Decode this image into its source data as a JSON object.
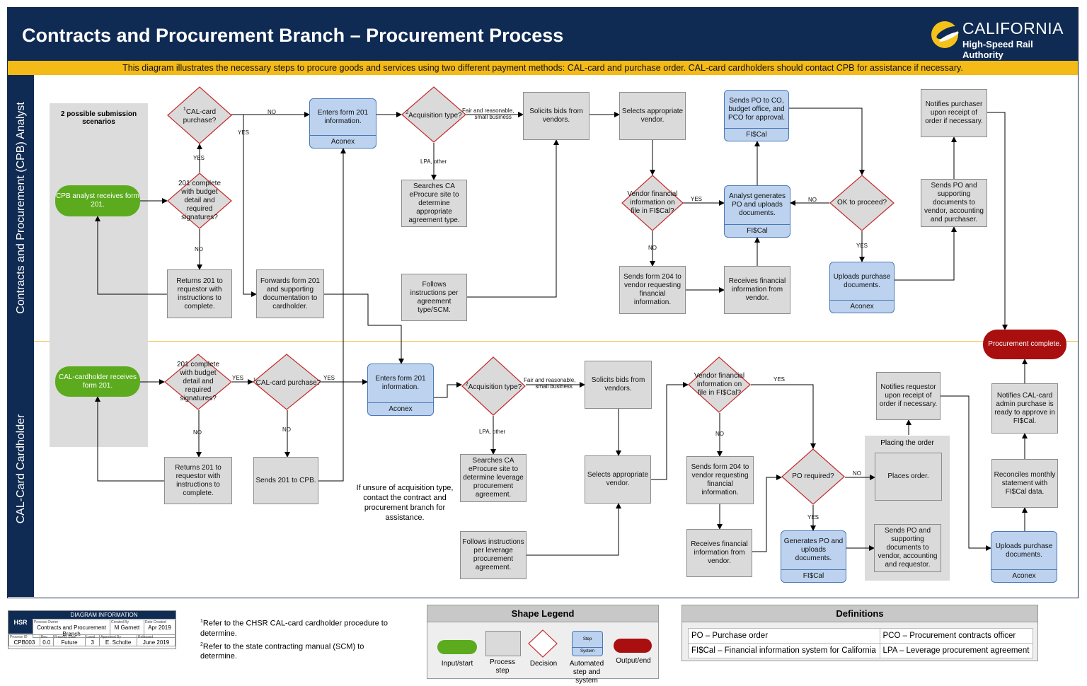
{
  "header": {
    "title": "Contracts and Procurement Branch – Procurement Process",
    "logo_line1": "CALIFORNIA",
    "logo_line2": "High-Speed Rail Authority"
  },
  "banner": "This diagram illustrates the necessary steps to procure goods and services using two different payment methods: CAL-card and purchase order. CAL-card cardholders should contact CPB for assistance if necessary.",
  "lanes": {
    "top": "Contracts and Procurement (CPB) Analyst",
    "bottom": "CAL-Card Cardholder"
  },
  "scenarios_label": "2 possible submission scenarios",
  "placing_label": "Placing the order",
  "start": {
    "cpb": "CPB analyst receives form 201.",
    "cardholder": "CAL-cardholder receives form 201."
  },
  "end": "Procurement complete.",
  "top": {
    "d_calcard_sup": "1",
    "d_calcard": "CAL-card purchase?",
    "d_201": "201 complete with budget detail and required signatures?",
    "returns": "Returns 201 to requestor with instructions to complete.",
    "forwards": "Forwards form 201 and supporting documentation to cardholder.",
    "enters": "Enters form 201 information.",
    "enters_sys": "Aconex",
    "d_acq_sup": "2",
    "d_acq": "Acquisition type?",
    "searches": "Searches CA eProcure site to determine appropriate agreement type.",
    "follows": "Follows instructions per agreement type/SCM.",
    "solicits": "Solicits bids from vendors.",
    "selects": "Selects appropriate vendor.",
    "d_vendor": "Vendor financial information on file in FI$Cal?",
    "sends204": "Sends form 204 to vendor requesting financial information.",
    "receives": "Receives financial information from vendor.",
    "generates": "Analyst generates PO and uploads documents.",
    "generates_sys": "FI$Cal",
    "sendsco": "Sends PO to CO, budget office, and PCO for approval.",
    "sendsco_sys": "FI$Cal",
    "d_ok": "OK to proceed?",
    "uploads": "Uploads purchase documents.",
    "uploads_sys": "Aconex",
    "sendspo": "Sends PO and supporting documents to vendor, accounting and purchaser.",
    "notifies": "Notifies purchaser upon receipt of order if necessary."
  },
  "bottom": {
    "d_201": "201 complete with budget detail and required signatures?",
    "returns": "Returns 201 to requestor with instructions to complete.",
    "d_calcard_sup": "1",
    "d_calcard": "CAL-card purchase?",
    "sends201": "Sends 201 to CPB.",
    "enters": "Enters form 201 information.",
    "enters_sys": "Aconex",
    "d_acq_sup": "2",
    "d_acq": "Acquisition type?",
    "searches": "Searches CA eProcure site to determine leverage procurement agreement.",
    "follows": "Follows instructions per leverage procurement agreement.",
    "solicits": "Solicits bids from vendors.",
    "selects": "Selects appropriate vendor.",
    "d_vendor": "Vendor financial information on file in FI$Cal?",
    "sends204": "Sends form 204 to vendor requesting financial information.",
    "receives": "Receives financial information from vendor.",
    "d_po": "PO required?",
    "generates": "Generates PO and uploads documents.",
    "generates_sys": "FI$Cal",
    "places": "Places order.",
    "sendspo": "Sends PO and supporting documents to vendor, accounting and requestor.",
    "notifies": "Notifies requestor upon receipt of order if necessary.",
    "uploads": "Uploads purchase documents.",
    "uploads_sys": "Aconex",
    "reconciles": "Reconciles monthly statement with FI$Cal data.",
    "notifiescal": "Notifies CAL-card admin purchase is ready to approve in FI$Cal."
  },
  "edge_labels": {
    "no": "NO",
    "yes": "YES",
    "lpa_other": "LPA, other",
    "fair_line1": "Fair and reasonable,",
    "fair_line2_top": "small business",
    "fair_line2_bot": "small business"
  },
  "unsure_note": "If unsure of acquisition type, contact the contract and procurement branch for assistance.",
  "footnotes": [
    {
      "sup": "1",
      "text": "Refer to the CHSR CAL-card cardholder procedure to determine."
    },
    {
      "sup": "2",
      "text": "Refer to the state contracting manual (SCM) to determine."
    }
  ],
  "diagram_info": {
    "heading": "DIAGRAM INFORMATION",
    "logo": "HSR",
    "process_owner_label": "Process Owner",
    "process_owner": "Contracts and Procurement Branch",
    "created_by_label": "Created By",
    "created_by": "M Garnett",
    "date_created_label": "Date Created",
    "date_created": "Apr 2019",
    "process_id_label": "Process ID",
    "process_id": "CPB003",
    "rev_label": "Rev",
    "rev": "0.0",
    "state_label": "Process State",
    "state": "Future",
    "level_label": "Level",
    "level": "3",
    "approved_label": "Approved By",
    "approved": "E. Scholte",
    "released_label": "Released",
    "released": "June 2019"
  },
  "legend": {
    "title": "Shape Legend",
    "input_start": "Input/start",
    "process_step": "Process step",
    "decision": "Decision",
    "automated": "Automated step and system",
    "automated_top": "Step",
    "automated_bot": "System",
    "output_end": "Output/end"
  },
  "definitions": {
    "title": "Definitions",
    "rows": [
      [
        "PO – Purchase order",
        "PCO – Procurement contracts officer"
      ],
      [
        "FI$Cal – Financial information system for California",
        "LPA – Leverage procurement agreement"
      ]
    ]
  },
  "colors": {
    "navy": "#0f2b53",
    "gold": "#f3ba18",
    "start_green": "#5cab1e",
    "end_red": "#a90f0f",
    "auto_blue": "#bcd2ee",
    "decision_red": "#c62828"
  }
}
